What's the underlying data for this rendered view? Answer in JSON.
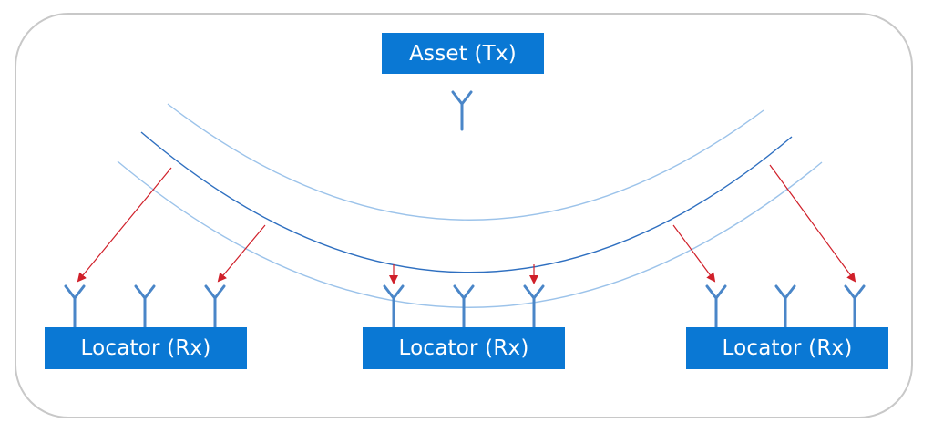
{
  "asset": {
    "label": "Asset (Tx)"
  },
  "locators": [
    {
      "label": "Locator (Rx)"
    },
    {
      "label": "Locator (Rx)"
    },
    {
      "label": "Locator (Rx)"
    }
  ],
  "colors": {
    "box_fill": "#0a78d4",
    "box_text": "#ffffff",
    "antenna": "#4a86c8",
    "wavefront_main": "#2e6fc0",
    "wavefront_outer": "#9cc3ea",
    "arrow": "#d0202a",
    "frame_border": "#c8c8c8"
  },
  "icons": {
    "antenna": "antenna-icon",
    "arrow": "arrow-icon"
  }
}
